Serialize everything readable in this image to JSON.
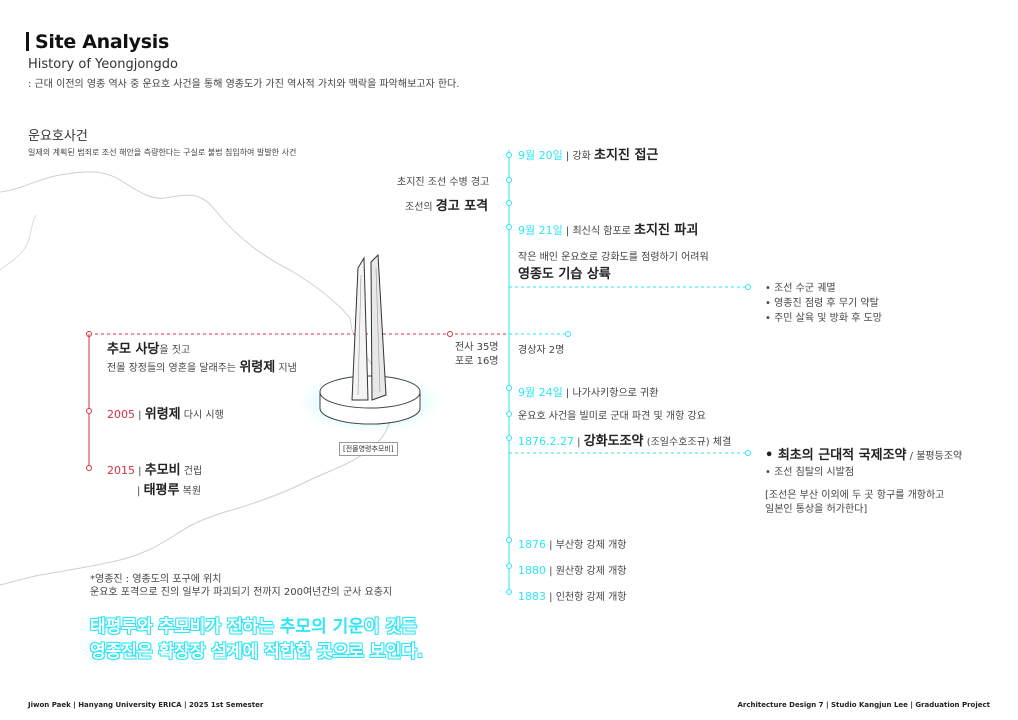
{
  "header": {
    "title": "Site Analysis",
    "subtitle": "History of Yeongjongdo",
    "description": ": 근대 이전의 영종 역사 중 운요호 사건을 통해 영종도가 가진 역사적 가치와 맥락을 파악해보고자 한다."
  },
  "incident": {
    "title": "운요호사건",
    "description": "일제의 계획된 범죄로 조선 해안을 측량한다는 구실로 불법 침입하여 발발한 사건"
  },
  "timeline": {
    "e1_date": "9월 20일",
    "e1_sep": " | 강화 ",
    "e1_bold": "초지진 접근",
    "e1_note1": "초지진 조선 수병 경고",
    "e1_note2_pre": "조선의 ",
    "e1_note2_bold": "경고 포격",
    "e2_date": "9월 21일",
    "e2_sep": " | 최신식 함포로 ",
    "e2_bold": "초지진 파괴",
    "e2_note1": "작은 배인 운요호로 강화도를 점령하기 어려워",
    "e2_note2": "영종도 기습 상륙",
    "e2_bullets": [
      "조선 수군 궤멸",
      "영종진 점령 후 무기 약탈",
      "주민 살육 및 방화 후 도망"
    ],
    "casualty_left": "전사 35명",
    "casualty_left2": "포로 16명",
    "casualty_right": "경상자 2명",
    "e3_date": "9월 24일",
    "e3_text": " | 나가사키항으로 귀환",
    "e3_note": "운요호 사건을 빌미로 군대 파견 및 개항 강요",
    "e4_date": "1876.2.27",
    "e4_sep": " | ",
    "e4_bold": "강화도조약",
    "e4_paren": " (조일수호조규) 체결",
    "e4_b1_bold": "최초의 근대적 국제조약",
    "e4_b1_rest": " / 불평등조약",
    "e4_b2": "조선 침탈의 시발점",
    "e4_quote1": "[조선은 부산 이외에 두 곳 항구를 개항하고",
    "e4_quote2": "일본인 통상을 허가한다]",
    "ports": [
      {
        "year": "1876",
        "text": " | 부산항 강제 개항"
      },
      {
        "year": "1880",
        "text": " | 원산항 강제 개항"
      },
      {
        "year": "1883",
        "text": " | 인천항 강제 개항"
      }
    ]
  },
  "memorial": {
    "line1_bold": "추모 사당",
    "line1_rest": "을 짓고",
    "line2_pre": "전몰 장정들의 영혼을 달래주는 ",
    "line2_bold": "위령제",
    "line2_rest": " 지냄",
    "y2005": "2005",
    "y2005_sep": " | ",
    "y2005_bold": "위령제",
    "y2005_rest": " 다시 시행",
    "y2015": "2015",
    "y2015_sep": " | ",
    "y2015_bold1": "추모비",
    "y2015_rest1": " 건립",
    "y2015_sep2": "| ",
    "y2015_bold2": "태평루",
    "y2015_rest2": " 복원",
    "monument_caption": "[전몰영령추모비]"
  },
  "note": {
    "line1": "*영종진 : 영종도의 포구에 위치",
    "line2": "운요호 포격으로 진의 일부가 파괴되기 전까지 200여년간의 군사 요충지"
  },
  "conclusion": {
    "l1_pre": "태평루와 추모비가 전하는 ",
    "l1_em": "추모의 기운",
    "l1_post": "이 깃든",
    "l2": "영종진은 확장장 설계에 적합한 곳으로 보인다."
  },
  "footer": {
    "left": "Jiwon Paek | Hanyang University ERICA | 2025 1st Semester",
    "right": "Architecture Design 7 | Studio Kangjun Lee | Graduation Project"
  },
  "colors": {
    "accent": "#2ee6f5",
    "red": "#d6303f"
  }
}
